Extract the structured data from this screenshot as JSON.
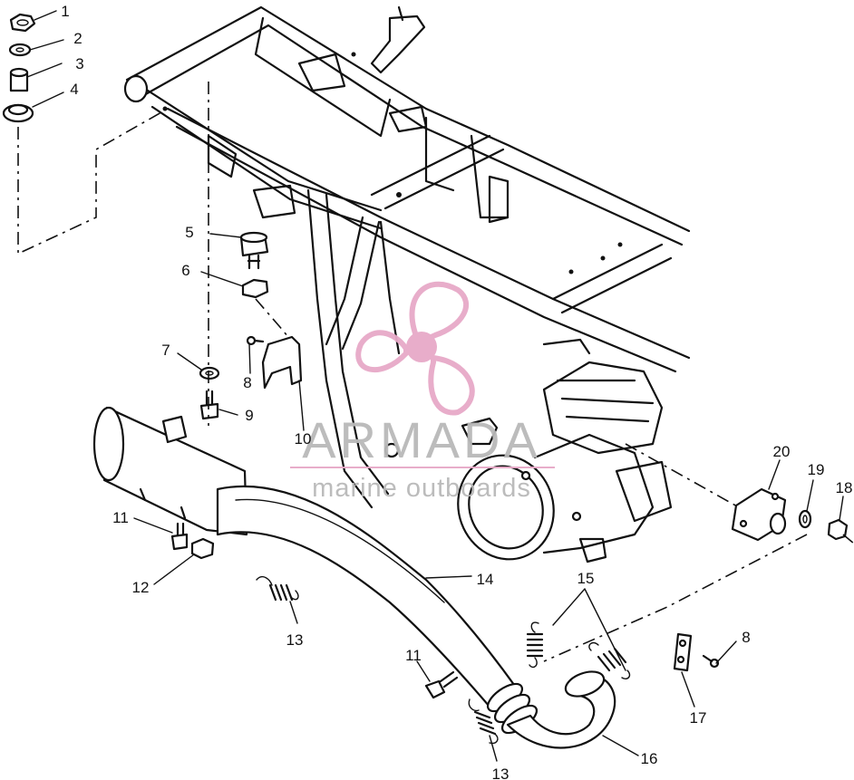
{
  "callouts": [
    {
      "id": "c1",
      "text": "1"
    },
    {
      "id": "c2",
      "text": "2"
    },
    {
      "id": "c3",
      "text": "3"
    },
    {
      "id": "c4",
      "text": "4"
    },
    {
      "id": "c5",
      "text": "5"
    },
    {
      "id": "c6",
      "text": "6"
    },
    {
      "id": "c7",
      "text": "7"
    },
    {
      "id": "c8a",
      "text": "8"
    },
    {
      "id": "c8b",
      "text": "8"
    },
    {
      "id": "c9",
      "text": "9"
    },
    {
      "id": "c10",
      "text": "10"
    },
    {
      "id": "c11a",
      "text": "11"
    },
    {
      "id": "c11b",
      "text": "11"
    },
    {
      "id": "c12",
      "text": "12"
    },
    {
      "id": "c13a",
      "text": "13"
    },
    {
      "id": "c13b",
      "text": "13"
    },
    {
      "id": "c14",
      "text": "14"
    },
    {
      "id": "c15",
      "text": "15"
    },
    {
      "id": "c16",
      "text": "16"
    },
    {
      "id": "c17",
      "text": "17"
    },
    {
      "id": "c18",
      "text": "18"
    },
    {
      "id": "c19",
      "text": "19"
    },
    {
      "id": "c20",
      "text": "20"
    }
  ],
  "watermark": {
    "brand": "ARMADA",
    "tagline": "marine outboards",
    "logo_color": "#e7a9c8",
    "text_color": "#b9b9b9"
  }
}
